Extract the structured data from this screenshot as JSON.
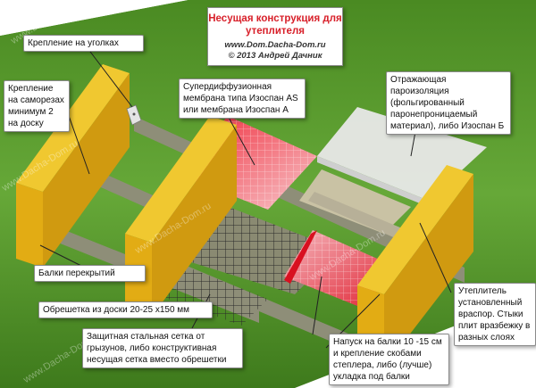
{
  "title": {
    "line1": "Несущая конструкция для",
    "line2": "утеплителя",
    "site": "www.Dom.Dacha-Dom.ru",
    "copyright": "© 2013 Андрей Дачник"
  },
  "labels": {
    "corner_mount": "Крепление на уголках",
    "screw_mount": "Крепление на саморезах минимум 2 на доску",
    "membrane": "Супердиффузионная мембрана типа Изоспан AS или мембрана Изоспан А",
    "vapor_barrier": "Отражающая пароизоляция (фольгированный паронепроницаемый материал), либо Изоспан Б",
    "joists": "Балки перекрытий",
    "lathing": "Обрешетка из доски 20-25 x150 мм",
    "mesh": "Защитная стальная сетка от грызунов, либо конструктивная несущая сетка вместо обрешетки",
    "insulation": "Утеплитель установленный враспор. Стыки плит вразбежку в разных слоях",
    "stapler": "Напуск на балки 10 -15 см и крепление скобами степлера, либо (лучше) укладка под балки"
  },
  "watermarks": [
    "www.Dacha-Dom.ru",
    "www.Dacha-Dom.ru",
    "www.Dacha-Dom.ru",
    "www.Dacha-Dom.ru",
    "www.Dacha-Dom.ru",
    "www.Dacha-Dom.ru"
  ],
  "colors": {
    "background": "#5a9e2e",
    "joist": "#e8b820",
    "board": "#8e8e78",
    "membrane": "#e8102a",
    "title_red": "#d8202a"
  }
}
